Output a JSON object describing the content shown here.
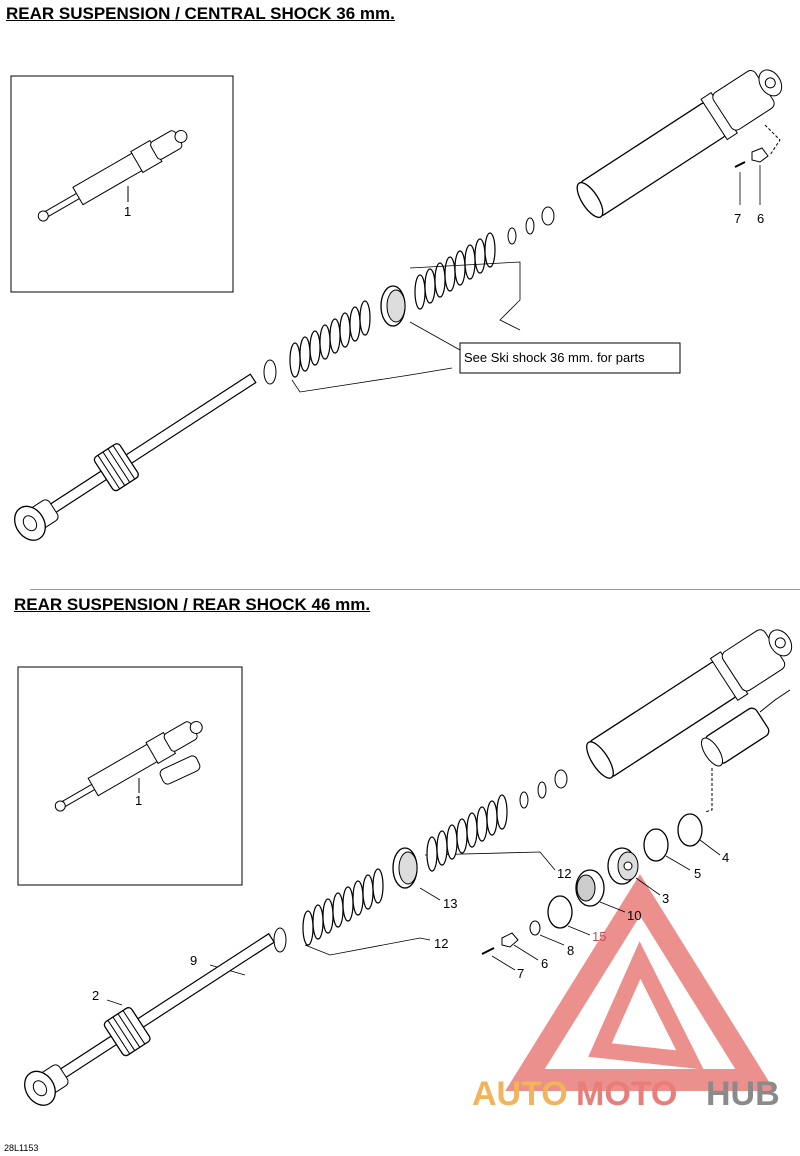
{
  "sections": [
    {
      "title": "REAR SUSPENSION / CENTRAL SHOCK 36 mm.",
      "inset_label": "1",
      "labels": {
        "l7": "7",
        "l6": "6"
      },
      "note": "See Ski shock 36 mm. for parts"
    },
    {
      "title": "REAR SUSPENSION / REAR SHOCK 46 mm.",
      "inset_label": "1",
      "labels": {
        "l4": "4",
        "l5": "5",
        "l3": "3",
        "l10": "10",
        "l15": "15",
        "l8": "8",
        "l6": "6",
        "l7": "7",
        "l12a": "12",
        "l13": "13",
        "l12b": "12",
        "l9": "9",
        "l2": "2"
      }
    }
  ],
  "diagram_code": "28L1153",
  "watermark": {
    "part1": "AUTO",
    "part2": "MOTO",
    "part3": "HUB"
  },
  "colors": {
    "line": "#000000",
    "watermark_red": "#e87d7a",
    "watermark_orange": "#f2b35a",
    "watermark_gray": "#8a8a8a"
  }
}
